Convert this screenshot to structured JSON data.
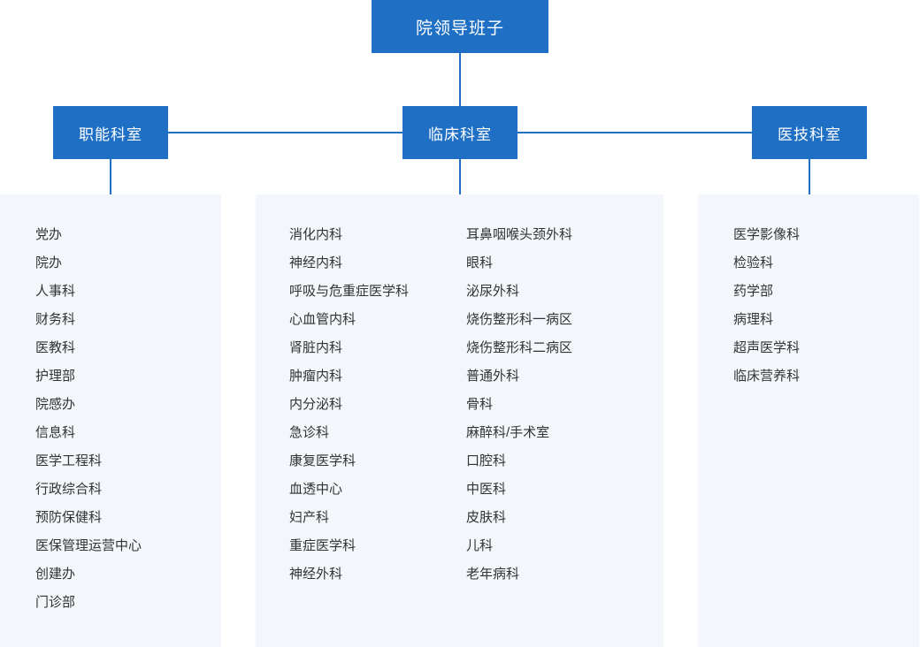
{
  "diagram": {
    "type": "org-chart",
    "root": {
      "label": "院领导班子"
    },
    "branches": [
      {
        "key": "functional",
        "label": "职能科室",
        "columns": [
          [
            "党办",
            "院办",
            "人事科",
            "财务科",
            "医教科",
            "护理部",
            "院感办",
            "信息科",
            "医学工程科",
            "行政综合科",
            "预防保健科",
            "医保管理运营中心",
            "创建办",
            "门诊部"
          ]
        ]
      },
      {
        "key": "clinical",
        "label": "临床科室",
        "columns": [
          [
            "消化内科",
            "神经内科",
            "呼吸与危重症医学科",
            "心血管内科",
            "肾脏内科",
            "肿瘤内科",
            "内分泌科",
            "急诊科",
            "康复医学科",
            "血透中心",
            "妇产科",
            "重症医学科",
            "神经外科"
          ],
          [
            "耳鼻咽喉头颈外科",
            "眼科",
            "泌尿外科",
            "烧伤整形科一病区",
            "烧伤整形科二病区",
            "普通外科",
            "骨科",
            "麻醉科/手术室",
            "口腔科",
            "中医科",
            "皮肤科",
            "儿科",
            "老年病科"
          ]
        ]
      },
      {
        "key": "medtech",
        "label": "医技科室",
        "columns": [
          [
            "医学影像科",
            "检验科",
            "药学部",
            "病理科",
            "超声医学科",
            "临床营养科"
          ]
        ]
      }
    ],
    "colors": {
      "node_fill": "#1f6fc4",
      "node_text": "#ffffff",
      "line": "#1f6fc4",
      "panel_fill": "#f3f6fa",
      "item_text": "#333333",
      "background": "#ffffff"
    }
  }
}
